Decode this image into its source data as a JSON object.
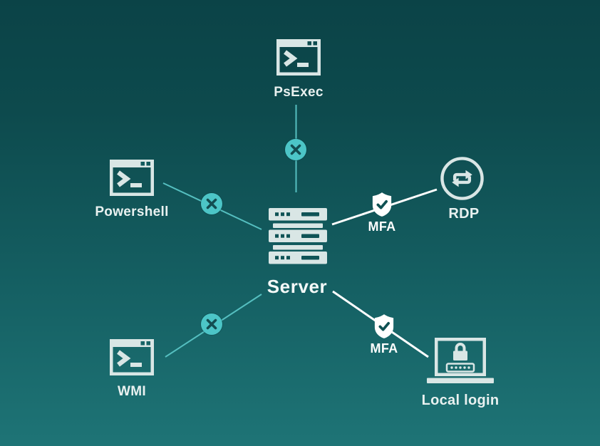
{
  "diagram": {
    "description": "Server access diagram: lateral-movement tools blocked, interactive logins protected by MFA"
  },
  "nodes": {
    "server": {
      "label": "Server",
      "icon": "server-rack-icon"
    },
    "psexec": {
      "label": "PsExec",
      "icon": "terminal-window-icon"
    },
    "powershell": {
      "label": "Powershell",
      "icon": "terminal-window-icon"
    },
    "wmi": {
      "label": "WMI",
      "icon": "terminal-window-icon"
    },
    "rdp": {
      "label": "RDP",
      "icon": "sync-arrows-icon"
    },
    "local_login": {
      "label": "Local login",
      "icon": "laptop-password-lock-icon"
    }
  },
  "connections": {
    "blocked": [
      {
        "from": "psexec",
        "to": "server",
        "badge_icon": "x-circle-icon"
      },
      {
        "from": "powershell",
        "to": "server",
        "badge_icon": "x-circle-icon"
      },
      {
        "from": "wmi",
        "to": "server",
        "badge_icon": "x-circle-icon"
      }
    ],
    "mfa_protected": [
      {
        "from": "server",
        "to": "rdp",
        "badge_icon": "shield-check-icon",
        "badge_label": "MFA"
      },
      {
        "from": "server",
        "to": "local_login",
        "badge_icon": "shield-check-icon",
        "badge_label": "MFA"
      }
    ]
  },
  "colors": {
    "background_top": "#0b4347",
    "background_bottom": "#1e7476",
    "icon_light": "#d9e6e5",
    "accent_teal": "#4cc5c7",
    "badge_x_dark": "#134d51",
    "line_teal": "#55bfc0",
    "line_white": "#ffffff"
  }
}
